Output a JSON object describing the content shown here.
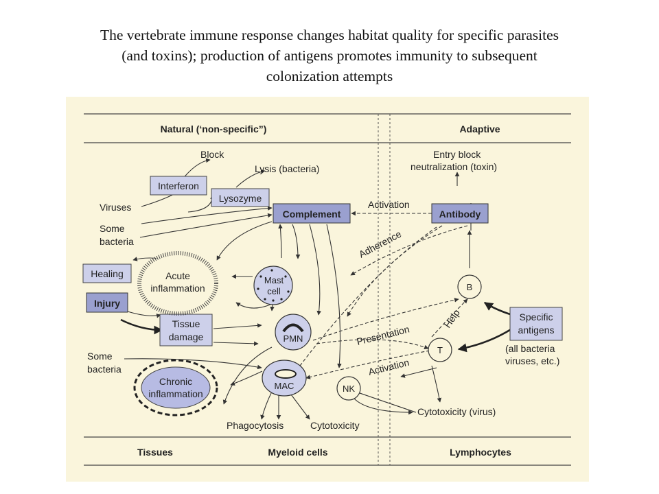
{
  "title": {
    "line1": "The vertebrate immune response changes habitat quality for specific parasites",
    "line2": "(and toxins); production of antigens promotes immunity to subsequent",
    "line3": "colonization attempts"
  },
  "diagram": {
    "header_natural": "Natural (‘non-specific”)",
    "header_adaptive": "Adaptive",
    "footer_tissues": "Tissues",
    "footer_myeloid": "Myeloid cells",
    "footer_lymphocytes": "Lymphocytes",
    "boxes": {
      "interferon": "Interferon",
      "lysozyme": "Lysozyme",
      "complement": "Complement",
      "antibody": "Antibody",
      "healing": "Healing",
      "injury": "Injury",
      "tissue_damage_1": "Tissue",
      "tissue_damage_2": "damage",
      "specific_antigens_1": "Specific",
      "specific_antigens_2": "antigens"
    },
    "circles": {
      "mast_1": "Mast",
      "mast_2": "cell",
      "pmn": "PMN",
      "mac": "MAC",
      "nk": "NK",
      "b": "B",
      "t": "T"
    },
    "ellipses": {
      "acute_1": "Acute",
      "acute_2": "inflammation",
      "chronic_1": "Chronic",
      "chronic_2": "inflammation"
    },
    "labels": {
      "block": "Block",
      "lysis": "Lysis (bacteria)",
      "viruses": "Viruses",
      "some_bacteria_1a": "Some",
      "some_bacteria_1b": "bacteria",
      "some_bacteria_2a": "Some",
      "some_bacteria_2b": "bacteria",
      "entry_block_1": "Entry block",
      "entry_block_2": "neutralization (toxin)",
      "activation_top": "Activation",
      "adherence": "Adherence",
      "presentation": "Presentation",
      "help": "Help",
      "activation_bottom": "Activation",
      "all_bacteria_1": "(all bacteria",
      "all_bacteria_2": "viruses, etc.)",
      "phagocytosis": "Phagocytosis",
      "cytotoxicity": "Cytotoxicity",
      "cytotoxicity_virus": "Cytotoxicity (virus)"
    },
    "colors": {
      "background": "#faf5dc",
      "box_light": "#cdd0ea",
      "box_dark": "#9aa0cf",
      "chronic_fill": "#b7bbe3",
      "line": "#333333"
    }
  }
}
